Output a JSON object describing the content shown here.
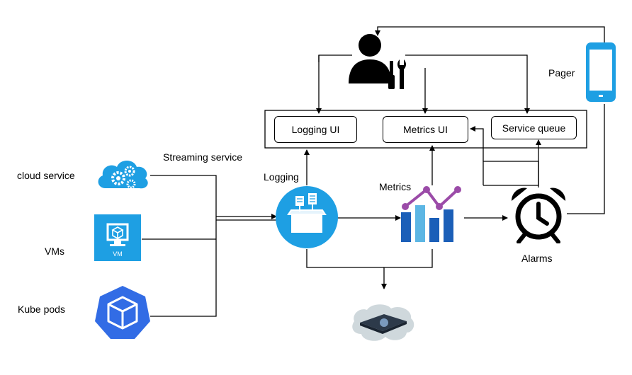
{
  "labels": {
    "cloud_service": "cloud service",
    "vms": "VMs",
    "kube_pods": "Kube pods",
    "streaming_service": "Streaming service",
    "logging": "Logging",
    "metrics": "Metrics",
    "alarms": "Alarms",
    "pager": "Pager",
    "vm_badge": "VM"
  },
  "ui_boxes": {
    "logging_ui": "Logging UI",
    "metrics_ui": "Metrics UI",
    "service_queue": "Service queue"
  },
  "colors": {
    "azure_blue": "#1e9fe3",
    "kube_blue": "#326ce5",
    "bar_dark": "#1b5fb8",
    "bar_light": "#5cb6e4",
    "metrics_line": "#9b4ba8",
    "line": "#000000"
  },
  "icons": [
    "cloud-gears-icon",
    "vm-icon",
    "kube-pod-icon",
    "operator-tools-icon",
    "pager-phone-icon",
    "logging-box-icon",
    "metrics-chart-icon",
    "alarm-clock-icon",
    "storage-chip-icon"
  ]
}
